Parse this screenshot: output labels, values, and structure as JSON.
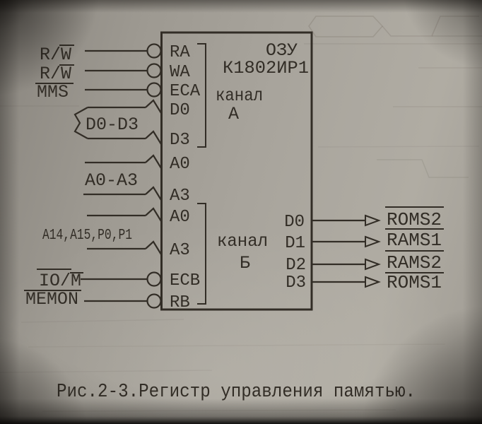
{
  "figure": {
    "caption": "Рис.2-3.Регистр управления памятью."
  },
  "chip": {
    "device_type": "ОЗУ",
    "part_number": "К1802ИР1",
    "channel_a": {
      "word": "канал",
      "letter": "А"
    },
    "channel_b": {
      "word": "канал",
      "letter": "Б"
    },
    "left_pins": [
      "RA",
      "WA",
      "ECA",
      "D0",
      "D3",
      "A0",
      "A3",
      "A0",
      "A3",
      "ECB",
      "RB"
    ],
    "right_pins": [
      "D0",
      "D1",
      "D2",
      "D3"
    ]
  },
  "inputs": {
    "rw1": "R/W",
    "rw1_overline": "W",
    "rw2": "R/W",
    "rw2_overline": "W",
    "mms": "MMS",
    "mms_overline": "MMS",
    "data_bus": "D0-D3",
    "addr_bus_a": "A0-A3",
    "addr_bus_b": "A14,A15,P0,P1",
    "iom": "IO/M",
    "iom_overline": "IO,M",
    "memon": "MEMON",
    "memon_overline": "MEMON"
  },
  "outputs": [
    "ROMS2",
    "RAMS1",
    "RAMS2",
    "ROMS1"
  ],
  "outputs_overline": [
    "ROMS2",
    "RAMS1",
    "RAMS2",
    "ROMS1"
  ],
  "colors": {
    "ink": "#322d26",
    "paper": "#a8a49c"
  }
}
